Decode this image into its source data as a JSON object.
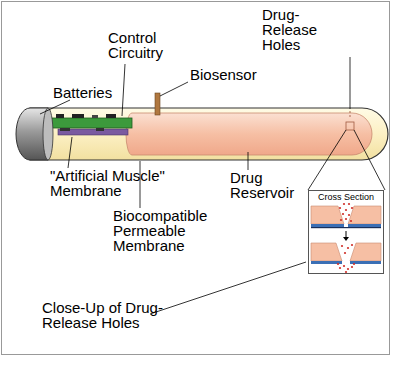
{
  "diagram": {
    "nodes": [
      {
        "text": [
          "Cross Section"
        ]
      }
    ],
    "labels": [
      "Control Circuitry",
      "Drug-Release Holes",
      "Batteries",
      "Biosensor",
      "\"Artificial Muscle\" Membrane",
      "Drug Reservoir",
      "Biocompatible Permeable Membrane",
      "Close-Up of Drug-Release Holes"
    ]
  }
}
